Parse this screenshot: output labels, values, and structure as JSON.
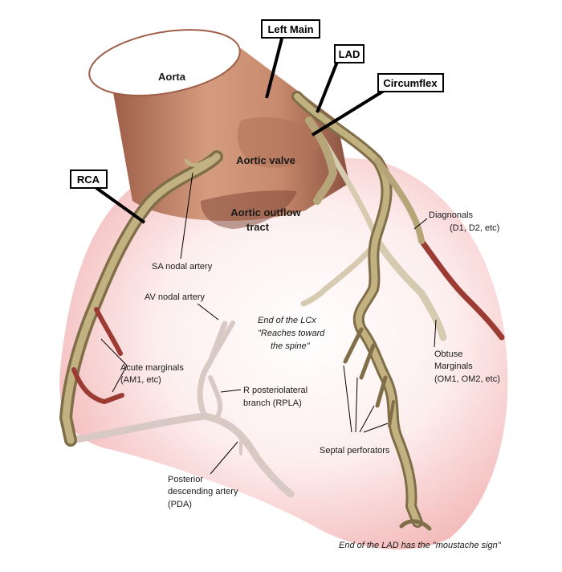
{
  "boxed_labels": {
    "left_main": "Left Main",
    "lad": "LAD",
    "circumflex": "Circumflex",
    "rca": "RCA"
  },
  "structures": {
    "aorta": "Aorta",
    "aortic_valve": "Aortic valve",
    "aortic_outflow_1": "Aortic outflow",
    "aortic_outflow_2": "tract"
  },
  "branches": {
    "diagonals_1": "Diagnonals",
    "diagonals_2": "(D1, D2, etc)",
    "sa_nodal": "SA nodal artery",
    "av_nodal": "AV nodal artery",
    "lcx_end_1": "End of the LCx",
    "lcx_end_2": "\"Reaches toward",
    "lcx_end_3": "the spine\"",
    "obtuse_1": "Obtuse",
    "obtuse_2": "Marginals",
    "obtuse_3": "(OM1, OM2, etc)",
    "acute_1": "Acute marginals",
    "acute_2": "(AM1, etc)",
    "rpla_1": "R posteriolateral",
    "rpla_2": "branch  (RPLA)",
    "septal": "Septal perforators",
    "pda_1": "Posterior",
    "pda_2": "descending artery",
    "pda_3": "(PDA)",
    "lad_end": "End of the LAD has the \"moustache sign\""
  },
  "colors": {
    "heart_shadow": "#f7c9c9",
    "vessel": "#b7a57a",
    "vessel_dark": "#7f6e48",
    "posterior_vessel": "#d9c9c4",
    "aorta": "#c48a6e",
    "aorta_dark": "#8c5440",
    "marginal_red": "#9c3b34"
  }
}
